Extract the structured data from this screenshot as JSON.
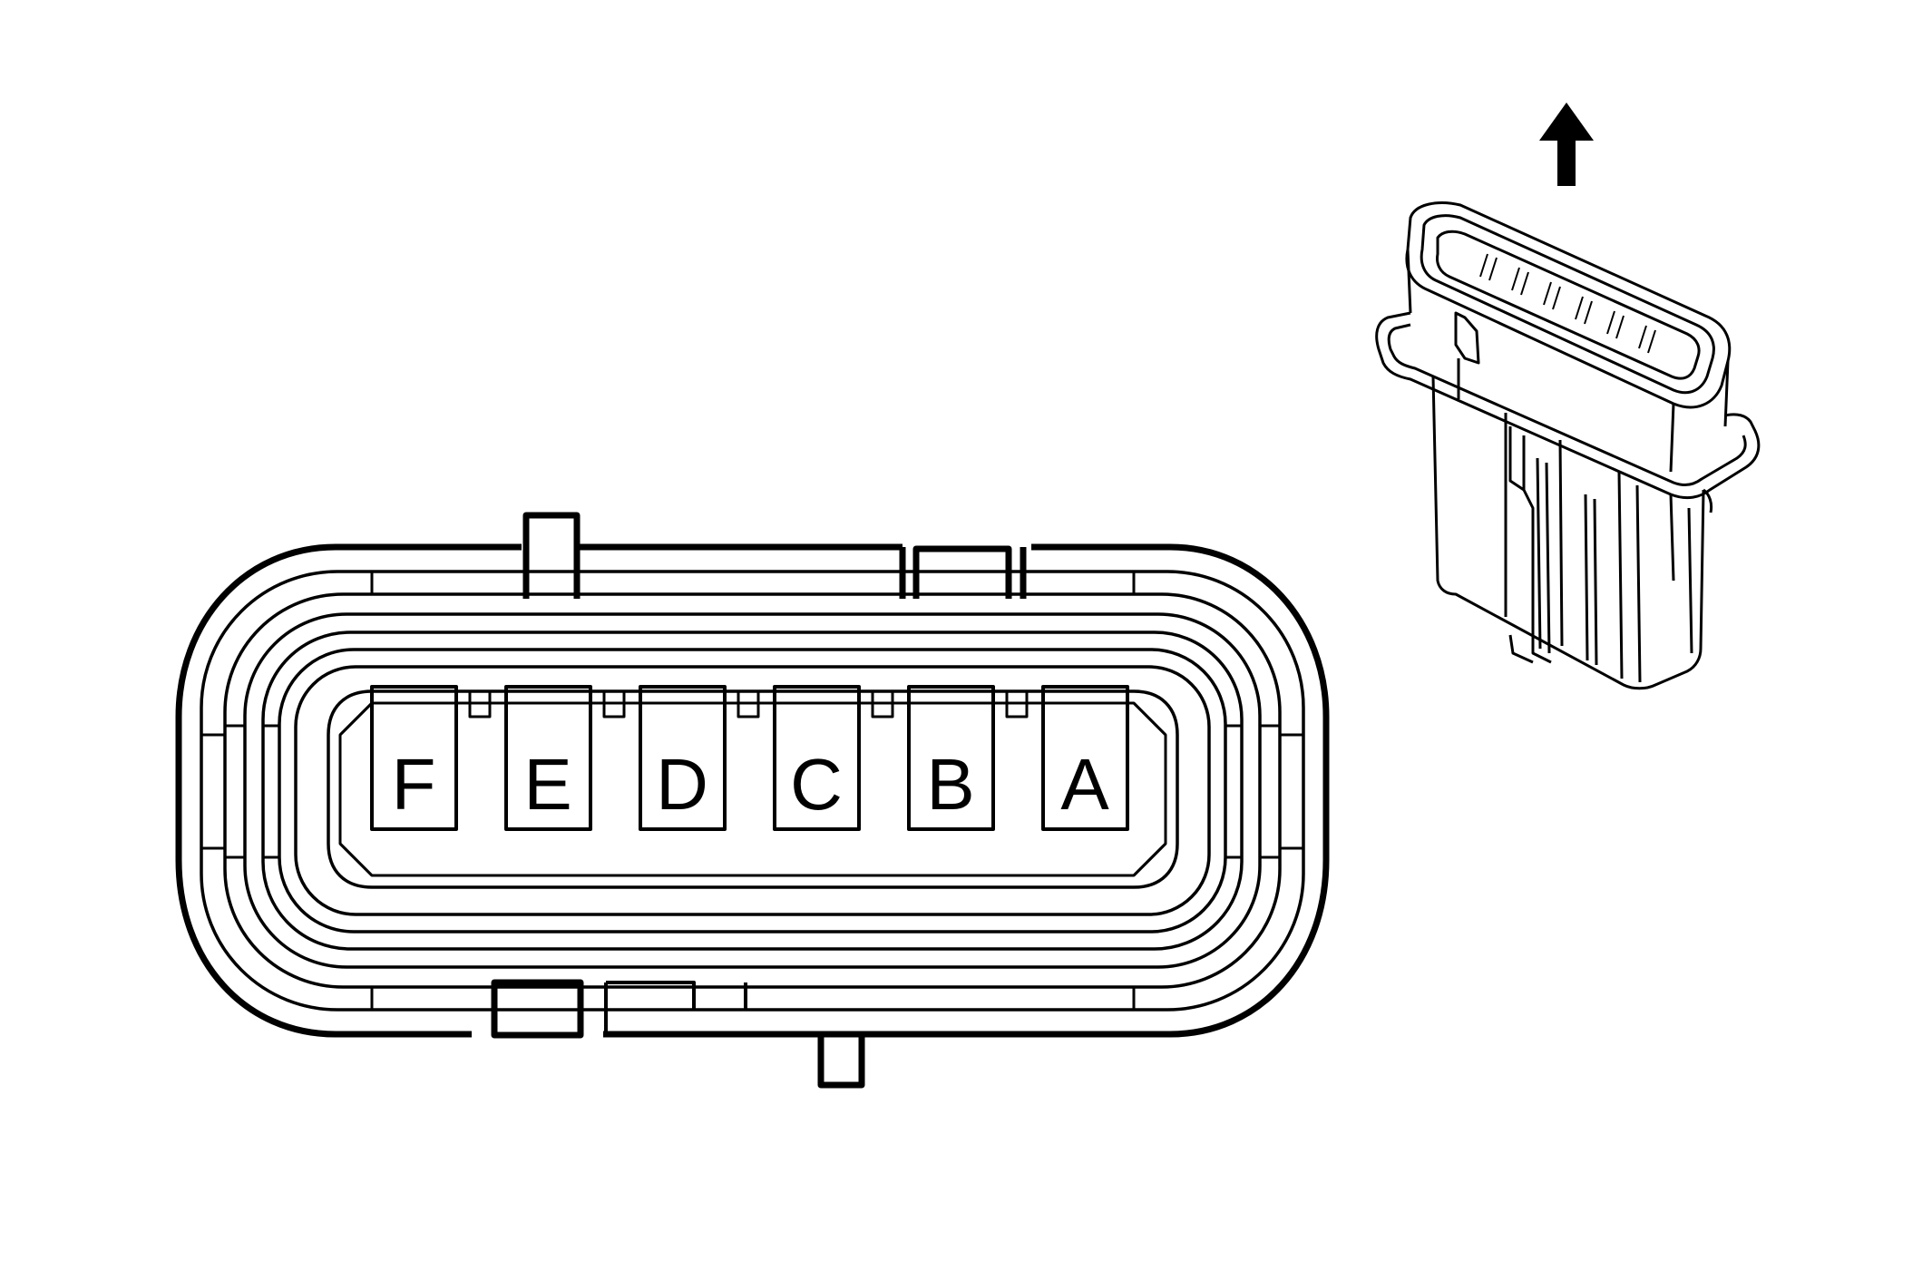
{
  "face_view": {
    "pin_labels": [
      "F",
      "E",
      "D",
      "C",
      "B",
      "A"
    ]
  },
  "iso_view": {
    "arrow_icon": "arrow-up-icon"
  },
  "colors": {
    "line": "#000000",
    "background": "#ffffff"
  }
}
